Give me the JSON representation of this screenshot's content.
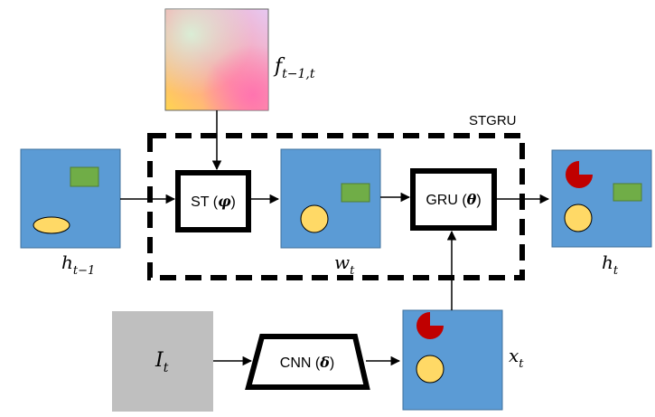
{
  "diagram": {
    "stgru_label": "STGRU",
    "st_block": {
      "text": "ST (",
      "param": "φ",
      "close": ")"
    },
    "gru_block": {
      "text": "GRU (",
      "param": "θ",
      "close": ")"
    },
    "cnn_block": {
      "text": "CNN (",
      "param": "δ",
      "close": ")"
    },
    "labels": {
      "h_prev": {
        "base": "h",
        "sub": "t−1"
      },
      "w_t": {
        "base": "w",
        "sub": "t"
      },
      "h_t": {
        "base": "h",
        "sub": "t"
      },
      "x_t": {
        "base": "x",
        "sub": "t"
      },
      "I_t": {
        "base": "I",
        "sub": "t"
      },
      "flow": {
        "base": "f",
        "sub": "t−1,t"
      }
    },
    "colors": {
      "panel_blue": "#5b9bd5",
      "green_rect": "#70ad47",
      "yellow": "#ffd966",
      "red_pac": "#c00000",
      "gray_input": "#bfbfbf",
      "black": "#000000"
    }
  }
}
